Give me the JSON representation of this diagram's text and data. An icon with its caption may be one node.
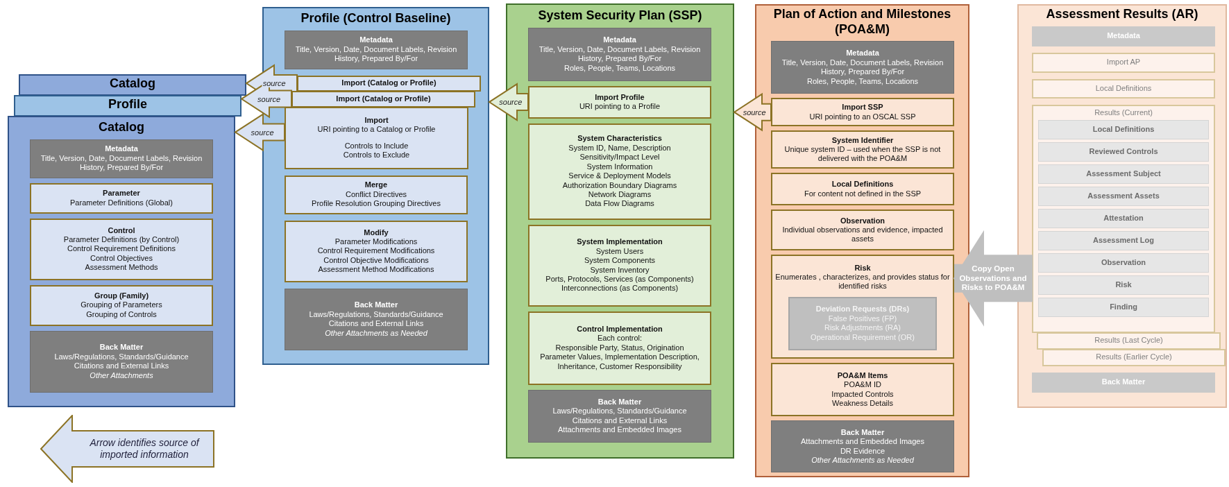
{
  "diagram": {
    "nodes": [
      {
        "text": [
          "Catalog"
        ]
      },
      {
        "text": [
          "Profile"
        ]
      },
      {
        "text": [
          "Catalog"
        ]
      },
      {
        "text": [
          "Metadata",
          "Title, Version, Date, Document Labels, Revision History, Prepared By/For"
        ],
        "in": 2
      },
      {
        "text": [
          "Parameter",
          "Parameter Definitions (Global)"
        ],
        "in": 2
      },
      {
        "text": [
          "Control",
          "Parameter Definitions (by Control)",
          "Control Requirement Definitions",
          "Control Objectives",
          "Assessment Methods"
        ],
        "in": 2
      },
      {
        "text": [
          "Group (Family)",
          "Grouping of Parameters",
          "Grouping of Controls"
        ],
        "in": 2
      },
      {
        "text": [
          "Back Matter",
          "Laws/Regulations, Standards/Guidance",
          "Citations and External Links",
          "*Other Attachments*"
        ],
        "in": 2
      },
      {
        "text": [
          "Profile (Control Baseline)"
        ]
      },
      {
        "text": [
          "Metadata",
          "Title, Version, Date, Document Labels, Revision History, Prepared By/For"
        ],
        "in": 8
      },
      {
        "text": [
          "Import (Catalog or Profile)"
        ],
        "in": 8
      },
      {
        "text": [
          "Import (Catalog or Profile)"
        ],
        "in": 8
      },
      {
        "text": [
          "Import",
          "URI pointing to a Catalog or Profile",
          "Controls to Include",
          "Controls to Exclude"
        ],
        "in": 8
      },
      {
        "text": [
          "Merge",
          "Conflict Directives",
          "Profile Resolution Grouping Directives"
        ],
        "in": 8
      },
      {
        "text": [
          "Modify",
          "Parameter Modifications",
          "Control Requirement Modifications",
          "Control Objective Modifications",
          "Assessment Method Modifications"
        ],
        "in": 8
      },
      {
        "text": [
          "Back Matter",
          "Laws/Regulations, Standards/Guidance",
          "Citations and External Links",
          "*Other Attachments as Needed*"
        ],
        "in": 8
      },
      {
        "text": [
          "System Security Plan (SSP)"
        ]
      },
      {
        "text": [
          "Metadata",
          "Title, Version, Date, Document Labels, Revision History, Prepared By/For",
          "Roles, People, Teams, Locations"
        ],
        "in": 16
      },
      {
        "text": [
          "Import Profile",
          "URI pointing to a Profile"
        ],
        "in": 16
      },
      {
        "text": [
          "System Characteristics",
          "System ID, Name, Description",
          "Sensitivity/Impact Level",
          "System Information",
          "Service & Deployment Models",
          "Authorization Boundary Diagrams",
          "Network Diagrams",
          "Data Flow Diagrams"
        ],
        "in": 16
      },
      {
        "text": [
          "System Implementation",
          "System Users",
          "System Components",
          "System Inventory",
          "Ports, Protocols, Services (as Components)",
          "Interconnections (as Components)"
        ],
        "in": 16
      },
      {
        "text": [
          "Control Implementation",
          "Each control:",
          "Responsible Party, Status, Origination",
          "Parameter Values, Implementation Description, Inheritance, Customer Responsibility"
        ],
        "in": 16
      },
      {
        "text": [
          "Back Matter",
          "Laws/Regulations, Standards/Guidance",
          "Citations and External Links",
          "Attachments and Embedded Images"
        ],
        "in": 16
      },
      {
        "text": [
          "Plan of Action and Milestones (POA&M)"
        ]
      },
      {
        "text": [
          "Metadata",
          "Title, Version, Date, Document Labels, Revision History, Prepared By/For",
          "Roles, People, Teams, Locations"
        ],
        "in": 23
      },
      {
        "text": [
          "Import SSP",
          "URI pointing to an OSCAL SSP"
        ],
        "in": 23
      },
      {
        "text": [
          "System Identifier",
          "Unique system ID – used when the SSP is not delivered with the POA&M"
        ],
        "in": 23
      },
      {
        "text": [
          "Local Definitions",
          "For content not defined in the SSP"
        ],
        "in": 23
      },
      {
        "text": [
          "Observation",
          "Individual observations and evidence, impacted assets"
        ],
        "in": 23
      },
      {
        "text": [
          "Risk",
          "Enumerates , characterizes, and provides status for identified risks"
        ],
        "in": 23
      },
      {
        "text": [
          "Deviation Requests (DRs)",
          "False Positives (FP)",
          "Risk Adjustments (RA)",
          "Operational Requirement (OR)"
        ],
        "in": 29
      },
      {
        "text": [
          "POA&M Items",
          "POA&M ID",
          "Impacted Controls",
          "Weakness Details"
        ],
        "in": 23
      },
      {
        "text": [
          "Back Matter",
          "Attachments and Embedded Images",
          "DR Evidence",
          "*Other Attachments as Needed*"
        ],
        "in": 23
      },
      {
        "text": [
          "Assessment Results (AR)"
        ]
      },
      {
        "text": [
          "Metadata"
        ],
        "in": 33
      },
      {
        "text": [
          "Import AP"
        ],
        "in": 33
      },
      {
        "text": [
          "Local Definitions"
        ],
        "in": 33
      },
      {
        "text": [
          "Results (Current)"
        ],
        "in": 33
      },
      {
        "text": [
          "Local Definitions"
        ],
        "in": 37
      },
      {
        "text": [
          "Reviewed Controls"
        ],
        "in": 37
      },
      {
        "text": [
          "Assessment Subject"
        ],
        "in": 37
      },
      {
        "text": [
          "Assessment Assets"
        ],
        "in": 37
      },
      {
        "text": [
          "Attestation"
        ],
        "in": 37
      },
      {
        "text": [
          "Assessment Log"
        ],
        "in": 37
      },
      {
        "text": [
          "Observation"
        ],
        "in": 37
      },
      {
        "text": [
          "Risk"
        ],
        "in": 37
      },
      {
        "text": [
          "Finding"
        ],
        "in": 37
      },
      {
        "text": [
          "Results (Last Cycle)"
        ],
        "in": 33
      },
      {
        "text": [
          "Results (Earlier Cycle)"
        ],
        "in": 33
      },
      {
        "text": [
          "Back Matter"
        ],
        "in": 33
      }
    ],
    "edges": [
      {
        "from": 10,
        "to": 0,
        "arrow": "to",
        "label": "source"
      },
      {
        "from": 11,
        "to": 1,
        "arrow": "to",
        "label": "source"
      },
      {
        "from": 12,
        "to": 2,
        "arrow": "to",
        "label": "source"
      },
      {
        "from": 18,
        "to": 8,
        "arrow": "to",
        "label": "source",
        "color": "#e2efd9"
      },
      {
        "from": 25,
        "to": 16,
        "arrow": "to",
        "label": "source",
        "color": "#fbe5d6"
      },
      {
        "from": 37,
        "to": 29,
        "arrow": "to",
        "label": "Copy Open Observations and Risks to POA&M",
        "color": "#bfbfbf"
      }
    ],
    "legend": [
      {
        "text": "Arrow identifies source of imported information"
      }
    ]
  }
}
